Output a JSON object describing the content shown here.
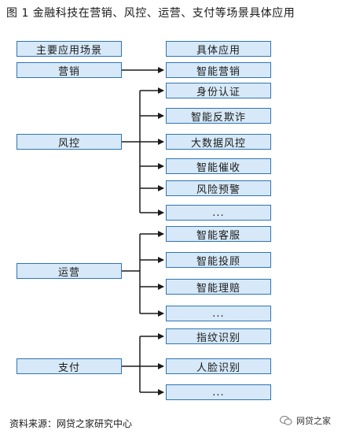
{
  "title": "图 1  金融科技在营销、风控、运营、支付等场景具体应用",
  "header": {
    "left": "主要应用场景",
    "right": "具体应用"
  },
  "groups": [
    {
      "name": "营销",
      "items": [
        "智能营销"
      ]
    },
    {
      "name": "风控",
      "items": [
        "身份认证",
        "智能反欺诈",
        "大数据风控",
        "智能催收",
        "风险预警",
        "..."
      ]
    },
    {
      "name": "运营",
      "items": [
        "智能客服",
        "智能投顾",
        "智能理赔",
        "..."
      ]
    },
    {
      "name": "支付",
      "items": [
        "指纹识别",
        "人脸识别",
        "..."
      ]
    }
  ],
  "source": "资料来源：网贷之家研究中心",
  "watermark": "网贷之家",
  "colors": {
    "box_fill": "#d7e9f8",
    "box_border": "#2f74b5",
    "line": "#1a1a1a"
  }
}
